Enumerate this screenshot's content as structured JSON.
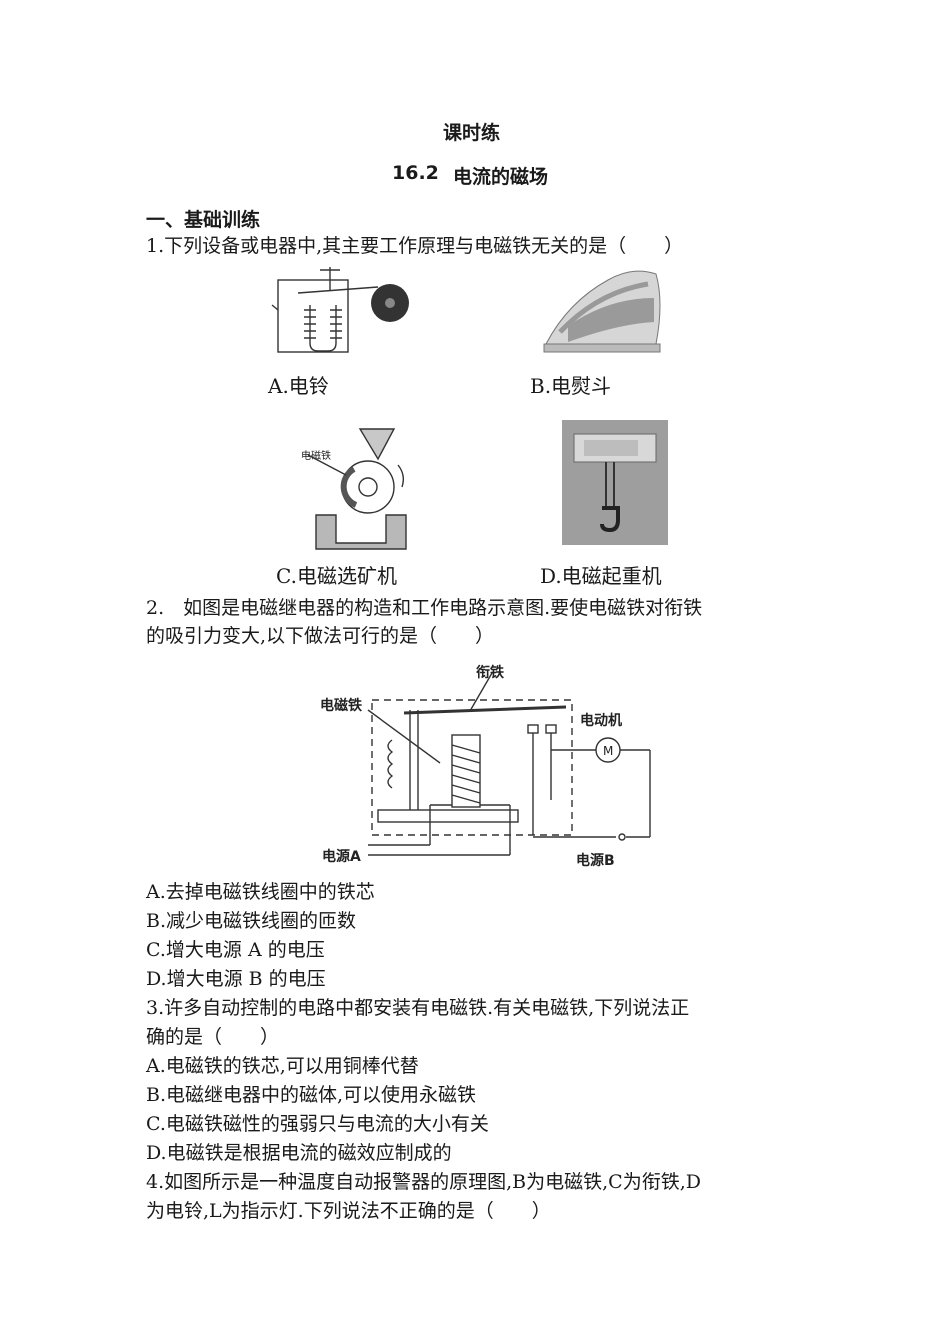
{
  "header": {
    "title": "课时练",
    "subtitle_num": "16.2",
    "subtitle_text": "电流的磁场"
  },
  "section1": "一、基础训练",
  "q1": {
    "text": "1.下列设备或电器中,其主要工作原理与电磁铁无关的是（　　）",
    "options": [
      "A.电铃",
      "B.电熨斗",
      "C.电磁选矿机",
      "D.电磁起重机"
    ],
    "figure_label": "电磁铁"
  },
  "q2": {
    "line1": "2.　如图是电磁继电器的构造和工作电路示意图.要使电磁铁对衔铁",
    "line2": "的吸引力变大,以下做法可行的是（　　）",
    "fig": {
      "armature": "衔铁",
      "magnet": "电磁铁",
      "motor": "电动机",
      "motor_symbol": "M",
      "power_a": "电源A",
      "power_b": "电源B"
    },
    "options": [
      "A.去掉电磁铁线圈中的铁芯",
      "B.减少电磁铁线圈的匝数",
      "C.增大电源 A 的电压",
      "D.增大电源 B 的电压"
    ]
  },
  "q3": {
    "line1": "3.许多自动控制的电路中都安装有电磁铁.有关电磁铁,下列说法正",
    "line2": "确的是（　　）",
    "options": [
      "A.电磁铁的铁芯,可以用铜棒代替",
      "B.电磁继电器中的磁体,可以使用永磁铁",
      "C.电磁铁磁性的强弱只与电流的大小有关",
      "D.电磁铁是根据电流的磁效应制成的"
    ]
  },
  "q4": {
    "line1": "4.如图所示是一种温度自动报警器的原理图,B为电磁铁,C为衔铁,D",
    "line2": "为电铃,L为指示灯.下列说法不正确的是（　　）"
  }
}
